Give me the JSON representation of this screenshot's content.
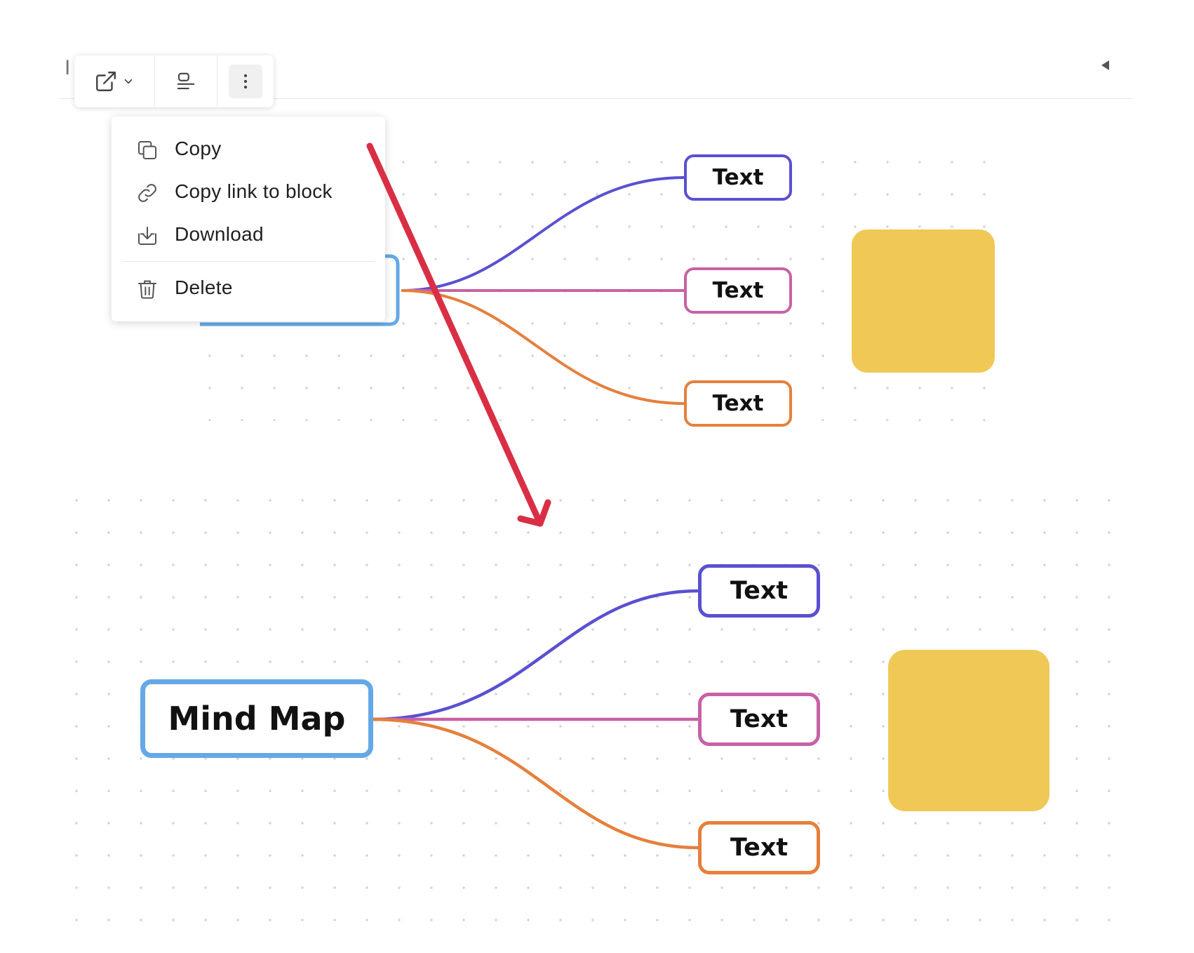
{
  "header": {
    "hidden_title_fragment": "I"
  },
  "toolbar": {
    "open_icon": "external-link-icon",
    "dropdown_icon": "chevron-down-icon",
    "align_icon": "align-left-icon",
    "more_icon": "more-vertical-icon"
  },
  "menu": {
    "items": [
      {
        "label": "Copy",
        "icon": "copy-icon"
      },
      {
        "label": "Copy link to block",
        "icon": "link-icon"
      },
      {
        "label": "Download",
        "icon": "download-icon"
      },
      {
        "label": "Delete",
        "icon": "trash-icon"
      }
    ]
  },
  "mindmap_top": {
    "children": [
      "Text",
      "Text",
      "Text"
    ]
  },
  "mindmap_bottom": {
    "root": "Mind Map",
    "children": [
      "Text",
      "Text",
      "Text"
    ]
  },
  "colors": {
    "root_border": "#64a8e6",
    "branch_1": "#5a50d2",
    "branch_2": "#c762a6",
    "branch_3": "#e67f3c",
    "sticky": "#f0c856",
    "annotation_arrow": "#d92f45"
  },
  "annotation_arrow_icon": "arrow-down-right-icon"
}
